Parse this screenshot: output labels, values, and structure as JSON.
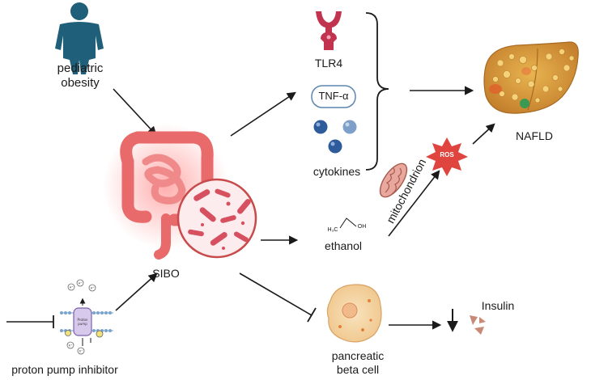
{
  "labels": {
    "pediatric_obesity": "pediatric\nobesity",
    "tlr4": "TLR4",
    "tnf": "TNF-α",
    "cytokines": "cytokines",
    "nafld": "NAFLD",
    "ros": "ROS",
    "mitochondrion": "mitochondrion",
    "ethanol": "ethanol",
    "ethanol_formula_left": "H₃C",
    "ethanol_formula_right": "OH",
    "sibo": "SIBO",
    "insulin": "Insulin",
    "pancreatic_beta_cell": "pancreatic\nbeta cell",
    "proton_pump_inhibitor": "proton pump inhibitor",
    "pump_protein": "Proton pump",
    "ion_h": "H⁺",
    "ion_k": "K⁺"
  },
  "colors": {
    "obesity_figure": "#1f5f7a",
    "tlr4": "#c2334f",
    "tnf_border": "#5a86b0",
    "cytokine_dark": "#2e5b9a",
    "cytokine_light": "#7ea0c8",
    "intestine": "#e86a6a",
    "bacteria": "#d6505f",
    "liver": "#d69a3a",
    "ros": "#e0443e",
    "cell": "#f4d6a8",
    "insulin": "#c88a76",
    "arrow": "#1a1a1a"
  }
}
